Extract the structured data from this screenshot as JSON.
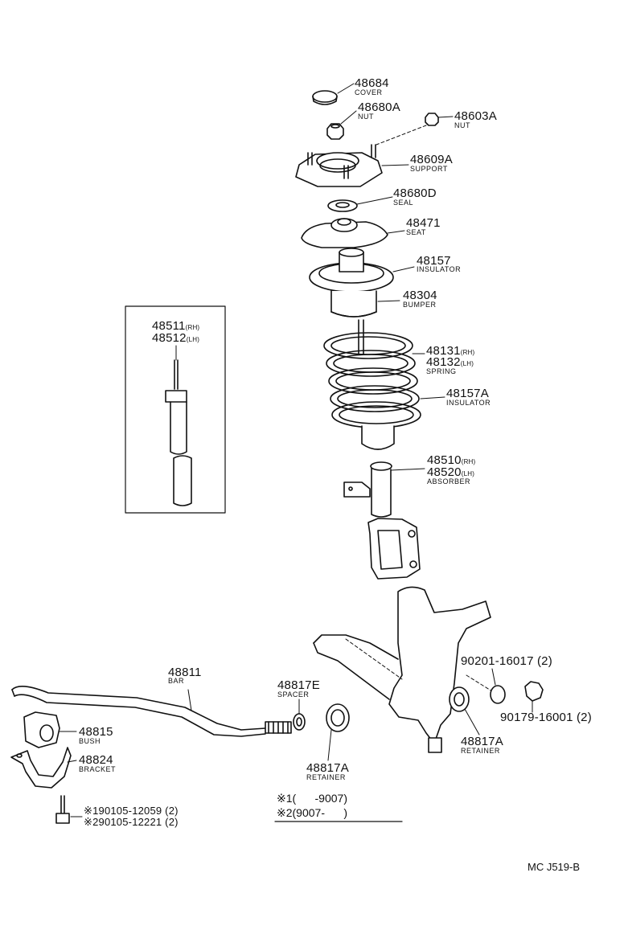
{
  "parts": {
    "cover": {
      "pn": "48684",
      "name": "COVER"
    },
    "nut1": {
      "pn": "48680A",
      "name": "NUT"
    },
    "nut2": {
      "pn": "48603A",
      "name": "NUT"
    },
    "support": {
      "pn": "48609A",
      "name": "SUPPORT"
    },
    "seal": {
      "pn": "48680D",
      "name": "SEAL"
    },
    "seat": {
      "pn": "48471",
      "name": "SEAT"
    },
    "insulator1": {
      "pn": "48157",
      "name": "INSULATOR"
    },
    "bumper": {
      "pn": "48304",
      "name": "BUMPER"
    },
    "spring": {
      "pn_rh": "48131",
      "pn_lh": "48132",
      "rh": "(RH)",
      "lh": "(LH)",
      "name": "SPRING"
    },
    "insulator2": {
      "pn": "48157A",
      "name": "INSULATOR"
    },
    "absorber": {
      "pn_rh": "48510",
      "pn_lh": "48520",
      "rh": "(RH)",
      "lh": "(LH)",
      "name": "ABSORBER"
    },
    "cartridge": {
      "pn_rh": "48511",
      "pn_lh": "48512",
      "rh": "(RH)",
      "lh": "(LH)"
    },
    "bolt": {
      "pn": "90201-16017 (2)"
    },
    "nut3": {
      "pn": "90179-16001 (2)"
    },
    "retainer_r": {
      "pn": "48817A",
      "name": "RETAINER"
    },
    "bar": {
      "pn": "48811",
      "name": "BAR"
    },
    "spacer": {
      "pn": "48817E",
      "name": "SPACER"
    },
    "retainer_l": {
      "pn": "48817A",
      "name": "RETAINER"
    },
    "bush": {
      "pn": "48815",
      "name": "BUSH"
    },
    "bracket": {
      "pn": "48824",
      "name": "BRACKET"
    },
    "bolt1": {
      "pn": "※190105-12059 (2)"
    },
    "bolt2": {
      "pn": "※290105-12221 (2)"
    }
  },
  "notes": {
    "note1": "※1(      -9007)",
    "note2": "※2(9007-      )"
  },
  "footer": "MC J519-B"
}
